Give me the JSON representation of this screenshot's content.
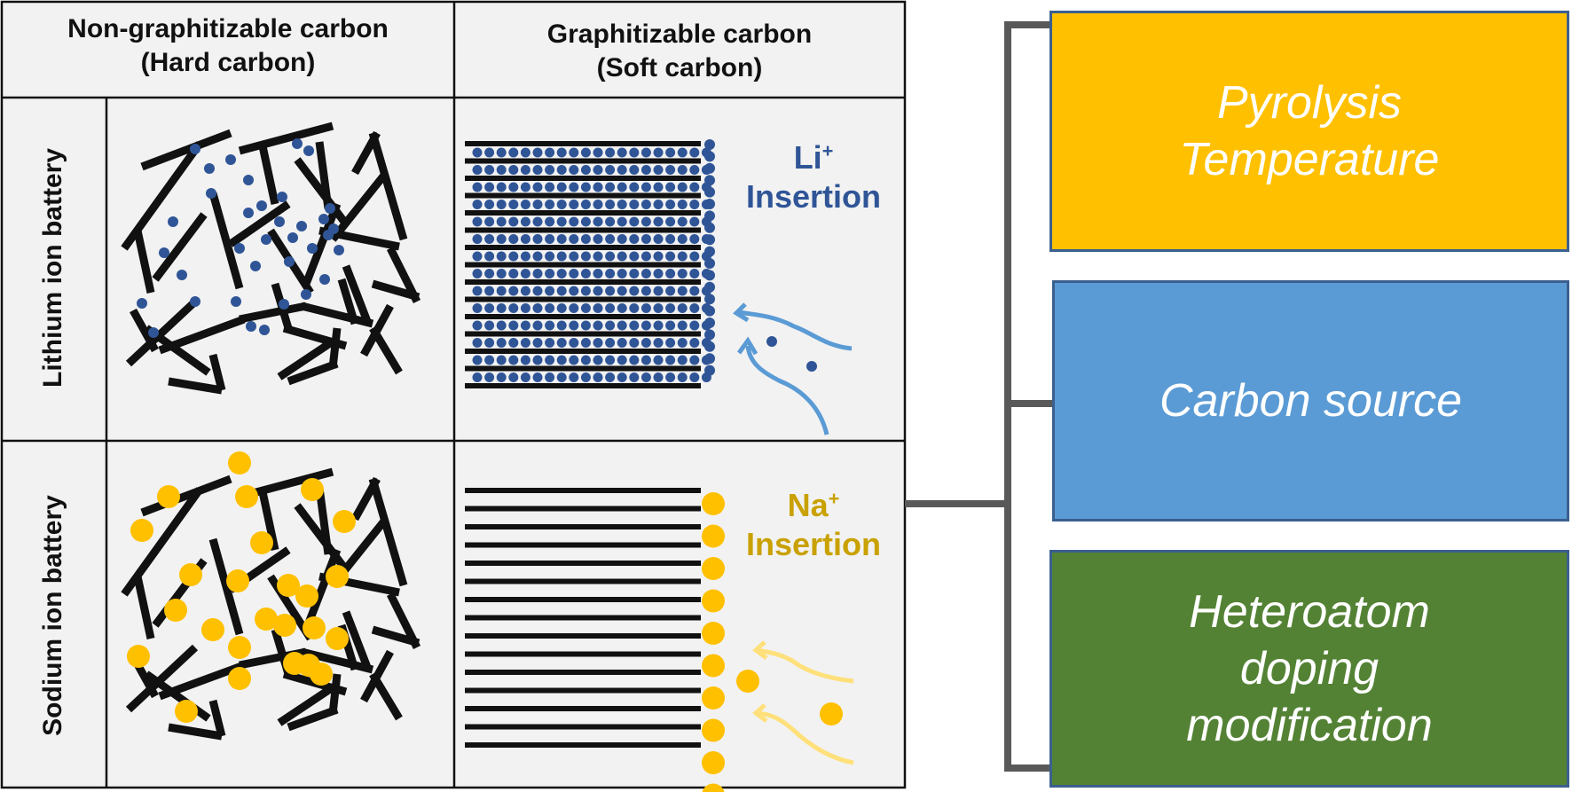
{
  "table": {
    "col_headers": [
      {
        "line1": "Non-graphitizable carbon",
        "line2": "(Hard carbon)"
      },
      {
        "line1": "Graphitizable carbon",
        "line2": "(Soft carbon)"
      }
    ],
    "row_labels": [
      "Lithium ion battery",
      "Sodium ion battery"
    ]
  },
  "ions": {
    "li": {
      "symbol": "Li",
      "charge": "+",
      "label": "Insertion",
      "color": "#2f5597"
    },
    "na": {
      "symbol": "Na",
      "charge": "+",
      "label": "Insertion",
      "color": "#c9a100"
    }
  },
  "factors": [
    {
      "line1": "Pyrolysis",
      "line2": "Temperature",
      "line3": "",
      "color": "#ffc000"
    },
    {
      "line1": "Carbon source",
      "line2": "",
      "line3": "",
      "color": "#5b9bd5"
    },
    {
      "line1": "Heteroatom",
      "line2": "doping",
      "line3": "modification",
      "color": "#548235"
    }
  ],
  "colors": {
    "li_dot": "#2f5597",
    "na_dot": "#ffc000",
    "li_arrow": "#5b9bd5",
    "na_arrow": "#ffe07a",
    "bracket": "#595959"
  }
}
